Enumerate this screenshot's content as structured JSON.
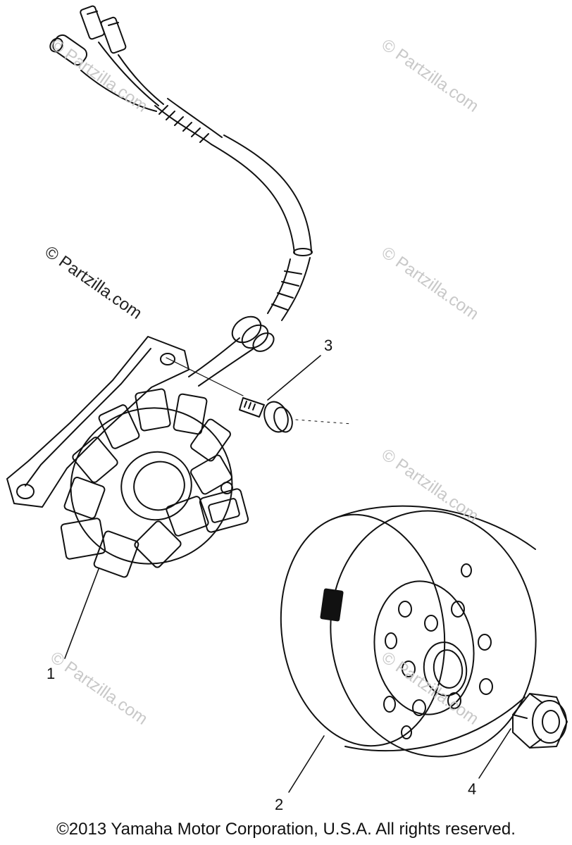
{
  "watermarks": [
    "© Partzilla.com",
    "© Partzilla.com",
    "© Partzilla.com",
    "© Partzilla.com",
    "© Partzilla.com",
    "© Partzilla.com",
    "© Partzilla.com"
  ],
  "callouts": [
    "1",
    "2",
    "3",
    "4"
  ],
  "copyright": "©2013 Yamaha Motor Corporation, U.S.A. All rights reserved.",
  "colors": {
    "ink": "#111111",
    "watermark": "#c8c8c8"
  }
}
